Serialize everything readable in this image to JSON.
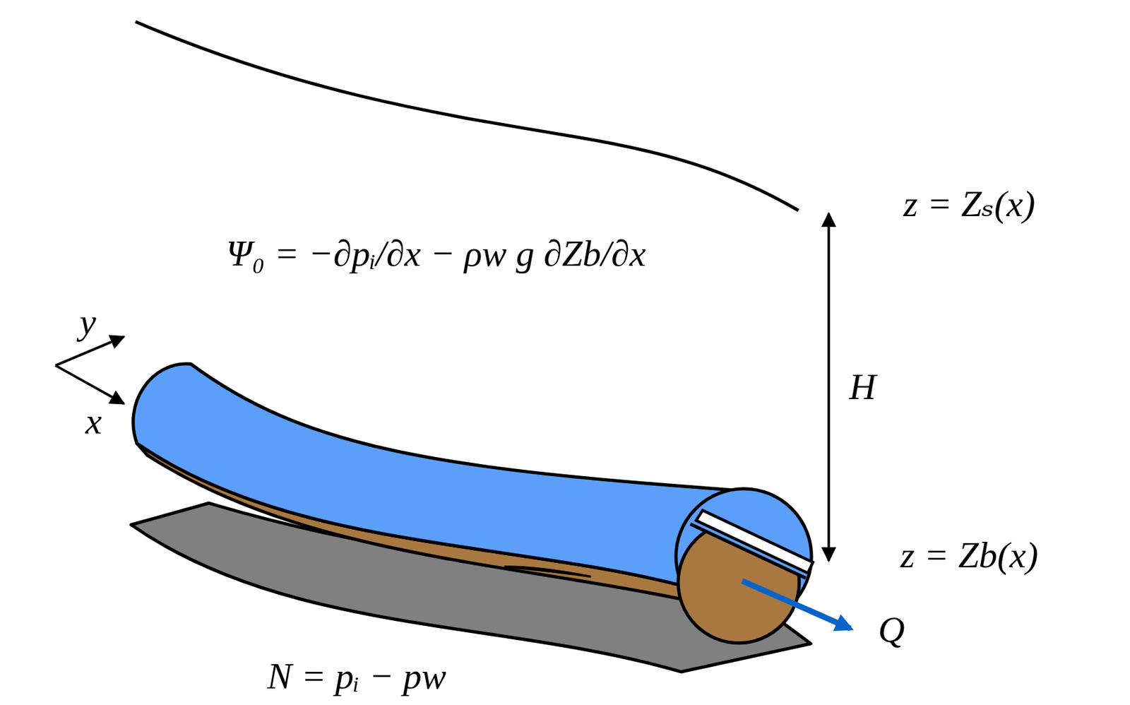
{
  "diagram": {
    "labels": [
      "Ψ₀ = −∂pᵢ/∂x − ρw g ∂Zb/∂x",
      "y",
      "x",
      "z = Zₛ(x)",
      "H",
      "z = Zb(x)",
      "Q",
      "N = pᵢ − pw"
    ]
  }
}
